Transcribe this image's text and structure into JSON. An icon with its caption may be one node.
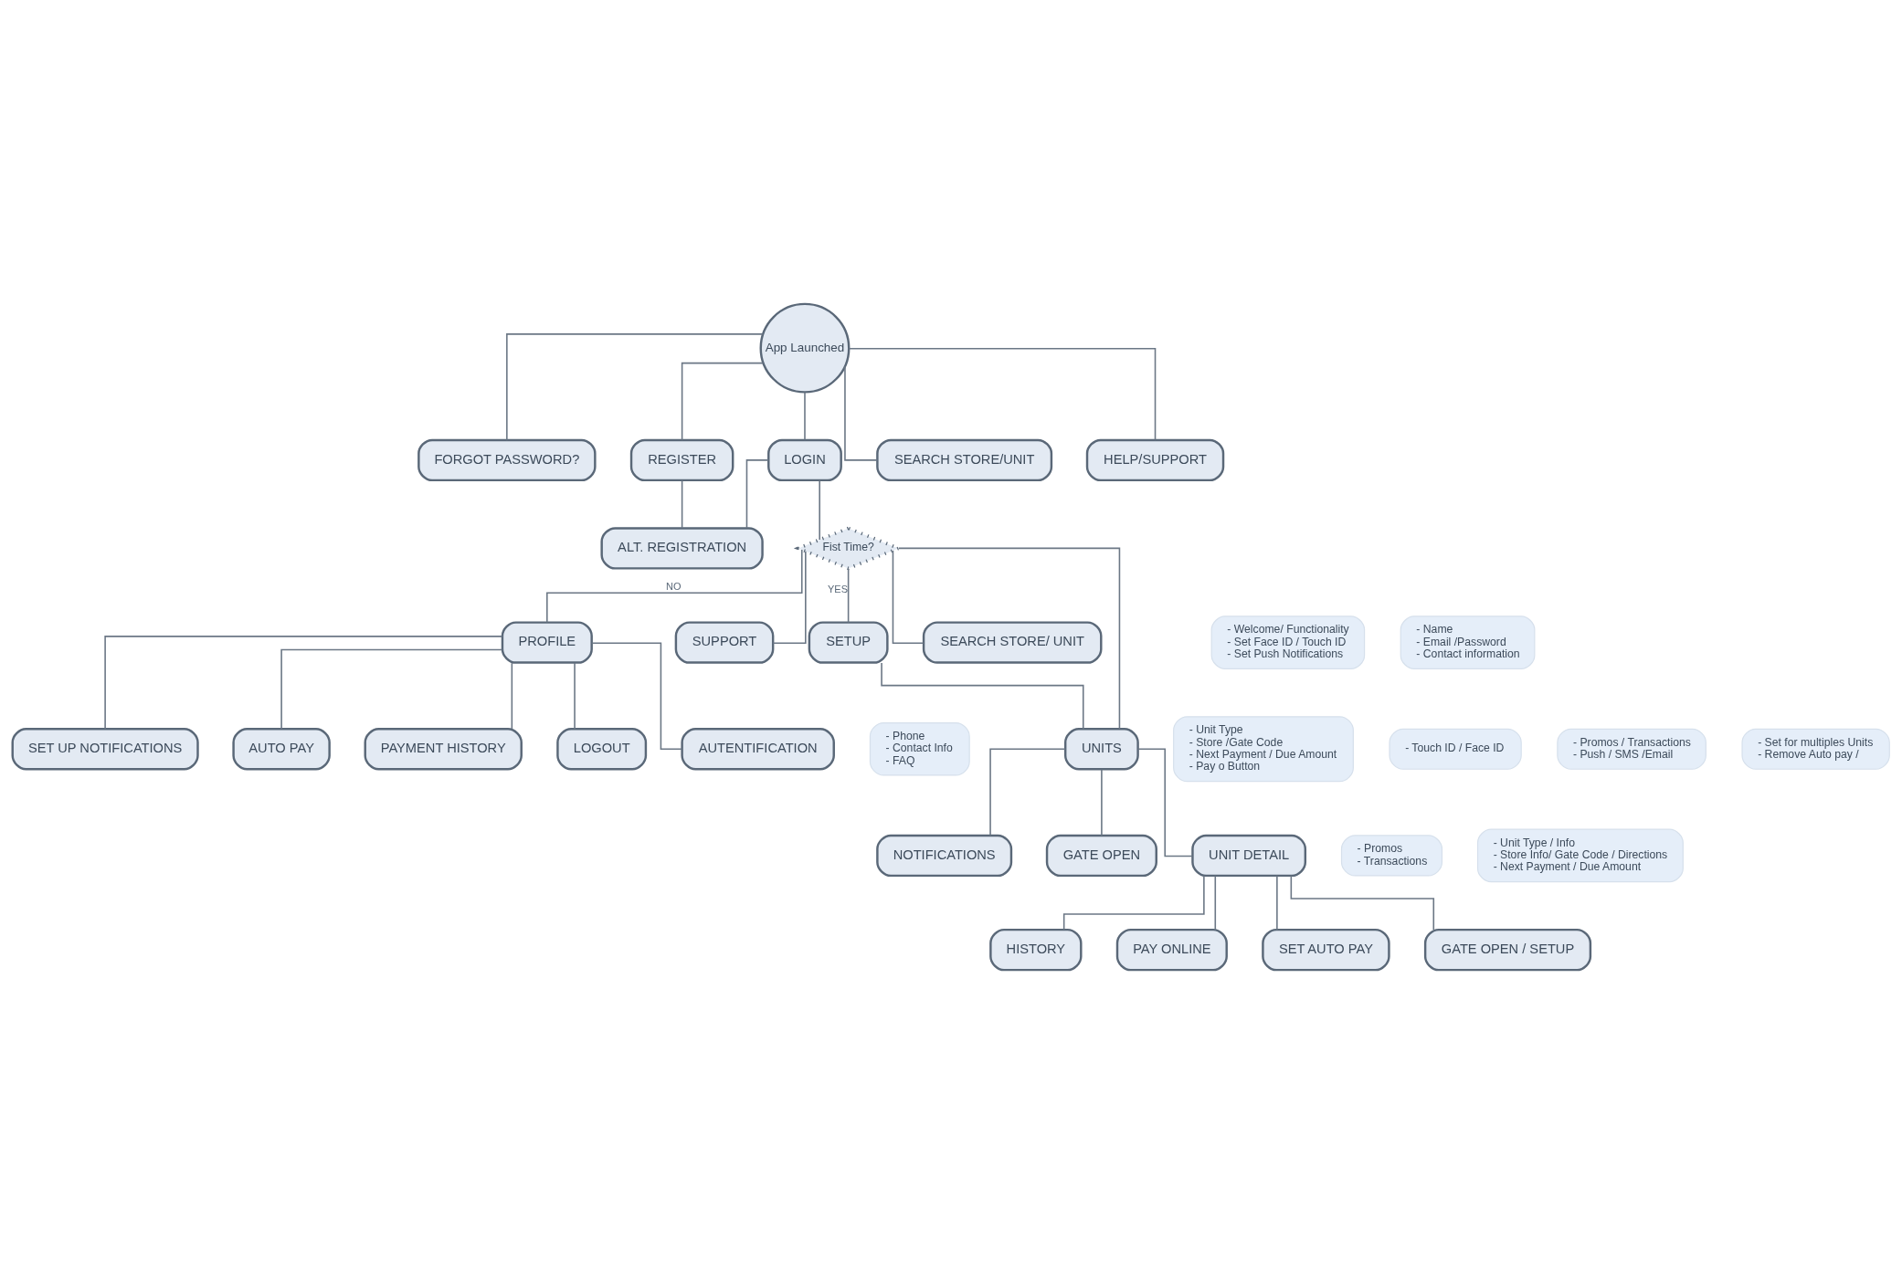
{
  "diagram": {
    "nodes": [
      {
        "text": [
          "App Launched"
        ]
      },
      {
        "text": [
          "FORGOT PASSWORD?"
        ]
      },
      {
        "text": [
          "REGISTER"
        ]
      },
      {
        "text": [
          "LOGIN"
        ]
      },
      {
        "text": [
          "SEARCH STORE/UNIT"
        ]
      },
      {
        "text": [
          "HELP/SUPPORT"
        ]
      },
      {
        "text": [
          "ALT. REGISTRATION"
        ]
      },
      {
        "text": [
          "Fist Time?"
        ]
      },
      {
        "text": [
          "SETUP"
        ]
      },
      {
        "text": [
          "- Welcome/ Functionality",
          "- Set Face ID / Touch ID",
          "- Set Push Notifications"
        ]
      },
      {
        "text": [
          "- Name",
          "- Email /Password",
          "- Contact information"
        ]
      },
      {
        "text": [
          "PROFILE"
        ]
      },
      {
        "text": [
          "SUPPORT"
        ]
      },
      {
        "text": [
          "SEARCH STORE/ UNIT"
        ]
      },
      {
        "text": [
          "UNITS"
        ]
      },
      {
        "text": [
          "- Unit Type",
          "- Store /Gate Code",
          "- Next Payment / Due Amount",
          "- Pay o Button"
        ]
      },
      {
        "text": [
          "NOTIFICATIONS"
        ]
      },
      {
        "text": [
          "- Promos",
          "- Transactions"
        ]
      },
      {
        "text": [
          "- Touch ID / Face ID"
        ]
      },
      {
        "text": [
          "AUTENTIFICATION"
        ]
      },
      {
        "text": [
          "- Phone",
          "- Contact Info",
          "- FAQ"
        ]
      },
      {
        "text": [
          "GATE OPEN"
        ]
      },
      {
        "text": [
          "UNIT DETAIL"
        ]
      },
      {
        "text": [
          "- Unit Type / Info",
          "- Store Info/ Gate Code / Directions",
          "- Next Payment / Due Amount"
        ]
      },
      {
        "text": [
          "- Promos / Transactions",
          "- Push / SMS /Email"
        ]
      },
      {
        "text": [
          "SET UP NOTIFICATIONS"
        ]
      },
      {
        "text": [
          "- Set for multiples Units",
          "- Remove Auto pay /"
        ]
      },
      {
        "text": [
          "AUTO PAY"
        ]
      },
      {
        "text": [
          "HISTORY"
        ]
      },
      {
        "text": [
          "PAY ONLINE"
        ]
      },
      {
        "text": [
          "SET AUTO PAY"
        ]
      },
      {
        "text": [
          "GATE OPEN / SETUP"
        ]
      },
      {
        "text": [
          "PAYMENT HISTORY"
        ]
      },
      {
        "text": [
          "LOGOUT"
        ]
      }
    ],
    "edges": [
      {
        "from": 0,
        "to": 1,
        "arrow": "none"
      },
      {
        "from": 0,
        "to": 2,
        "arrow": "none"
      },
      {
        "from": 0,
        "to": 3,
        "arrow": "none"
      },
      {
        "from": 0,
        "to": 4,
        "arrow": "none"
      },
      {
        "from": 0,
        "to": 5,
        "arrow": "none"
      },
      {
        "from": 2,
        "to": 6,
        "arrow": "none"
      },
      {
        "from": 3,
        "to": 6,
        "arrow": "none"
      },
      {
        "from": 3,
        "to": 7,
        "arrow": "none"
      },
      {
        "from": 7,
        "to": 11,
        "arrow": "none",
        "label": "NO"
      },
      {
        "from": 7,
        "to": 12,
        "arrow": "none"
      },
      {
        "from": 7,
        "to": 13,
        "arrow": "none"
      },
      {
        "from": 7,
        "to": 14,
        "arrow": "none"
      },
      {
        "from": 7,
        "to": 8,
        "arrow": "none",
        "label": "YES"
      },
      {
        "from": 8,
        "to": 14,
        "arrow": "none"
      },
      {
        "from": 14,
        "to": 16,
        "arrow": "none"
      },
      {
        "from": 14,
        "to": 21,
        "arrow": "none"
      },
      {
        "from": 14,
        "to": 22,
        "arrow": "none"
      },
      {
        "from": 22,
        "to": 28,
        "arrow": "none"
      },
      {
        "from": 22,
        "to": 29,
        "arrow": "none"
      },
      {
        "from": 22,
        "to": 30,
        "arrow": "none"
      },
      {
        "from": 22,
        "to": 31,
        "arrow": "none"
      },
      {
        "from": 11,
        "to": 19,
        "arrow": "none"
      },
      {
        "from": 11,
        "to": 25,
        "arrow": "none"
      },
      {
        "from": 11,
        "to": 27,
        "arrow": "none"
      },
      {
        "from": 11,
        "to": 32,
        "arrow": "none"
      },
      {
        "from": 11,
        "to": 33,
        "arrow": "none"
      }
    ]
  }
}
